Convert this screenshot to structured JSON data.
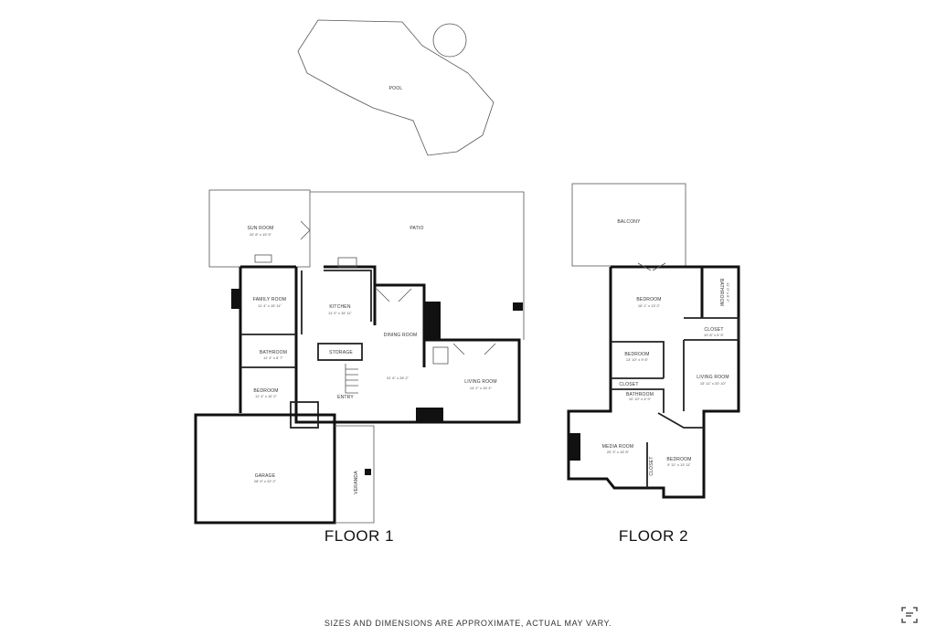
{
  "floor1": {
    "title": "FLOOR 1",
    "rooms": {
      "pool": {
        "name": "POOL"
      },
      "sun_room": {
        "name": "SUN ROOM",
        "dim": "20' 8\" x 15' 5\""
      },
      "patio": {
        "name": "PATIO"
      },
      "family_room": {
        "name": "FAMILY ROOM",
        "dim": "11' 4\" x 15' 11\""
      },
      "kitchen": {
        "name": "KITCHEN",
        "dim": "11' 0\" x 15' 11\""
      },
      "dining_room": {
        "name": "DINING ROOM"
      },
      "storage": {
        "name": "STORAGE"
      },
      "bathroom": {
        "name": "BATHROOM",
        "dim": "11' 4\" x 6' 7\""
      },
      "bedroom": {
        "name": "BEDROOM",
        "dim": "11' 4\" x 10' 2\""
      },
      "great_room_dim": {
        "dim": "31' 6\" x 28' 2\""
      },
      "entry": {
        "name": "ENTRY"
      },
      "living_room": {
        "name": "LIVING ROOM",
        "dim": "14' 2\" x 16' 4\""
      },
      "garage": {
        "name": "GARAGE",
        "dim": "28' 9\" x 22' 2\""
      },
      "veranda": {
        "name": "VERANDA"
      }
    }
  },
  "floor2": {
    "title": "FLOOR 2",
    "rooms": {
      "balcony": {
        "name": "BALCONY"
      },
      "bedroom_1": {
        "name": "BEDROOM",
        "dim": "16' 1\" x 13' 2\""
      },
      "bathroom_1": {
        "name": "BATHROOM",
        "dim": "11' 0\" x 6' 2\""
      },
      "closet_1": {
        "name": "CLOSET",
        "dim": "10' 8\" x 5' 5\""
      },
      "bedroom_2": {
        "name": "BEDROOM",
        "dim": "13' 10\" x 9' 8\""
      },
      "living_room": {
        "name": "LIVING ROOM",
        "dim": "15' 11\" x 20' 10\""
      },
      "closet_2": {
        "name": "CLOSET"
      },
      "bathroom_2": {
        "name": "BATHROOM",
        "dim": "10' 10\" x 4' 9\""
      },
      "media_room": {
        "name": "MEDIA ROOM",
        "dim": "20' 3\" x 15' 8\""
      },
      "bedroom_3": {
        "name": "BEDROOM",
        "dim": "9' 11\" x 13' 11\""
      },
      "closet_3": {
        "name": "CLOSET"
      }
    }
  },
  "footer": {
    "note": "SIZES AND DIMENSIONS ARE APPROXIMATE, ACTUAL MAY VARY."
  },
  "icons": {
    "corner": "scan-text-icon"
  }
}
